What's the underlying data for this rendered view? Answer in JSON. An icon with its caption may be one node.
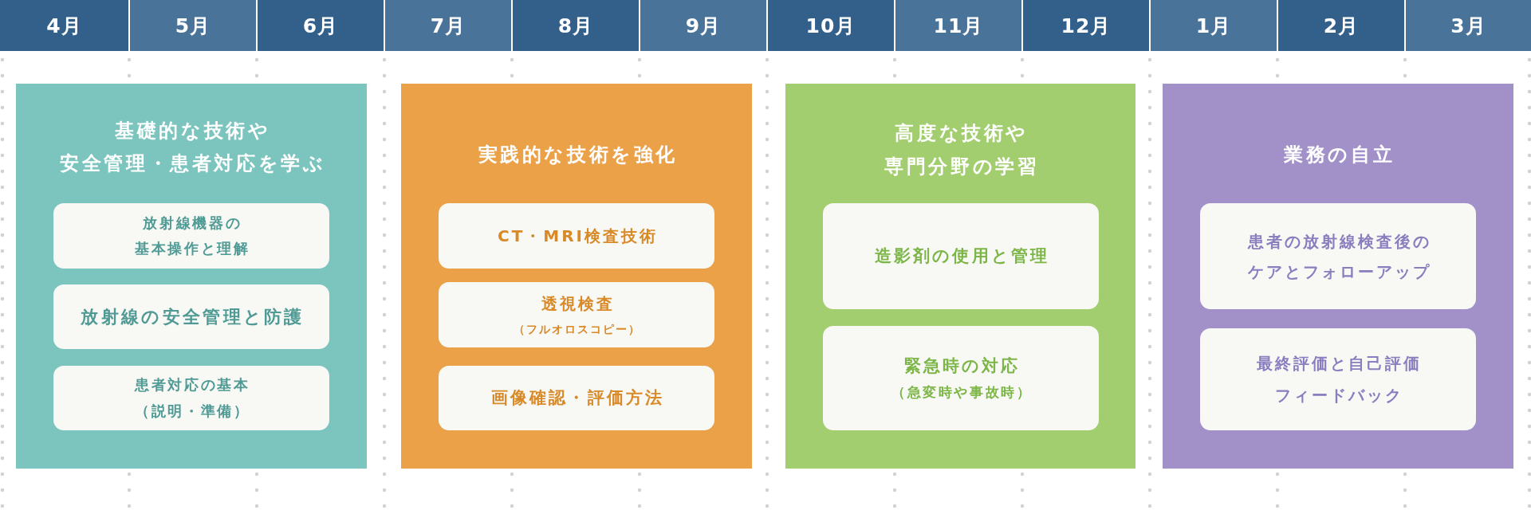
{
  "diagram": {
    "nodes": [
      {
        "text": [
          "4月"
        ]
      },
      {
        "text": [
          "5月"
        ]
      },
      {
        "text": [
          "6月"
        ]
      },
      {
        "text": [
          "7月"
        ]
      },
      {
        "text": [
          "8月"
        ]
      },
      {
        "text": [
          "9月"
        ]
      },
      {
        "text": [
          "10月"
        ]
      },
      {
        "text": [
          "11月"
        ]
      },
      {
        "text": [
          "12月"
        ]
      },
      {
        "text": [
          "1月"
        ]
      },
      {
        "text": [
          "2月"
        ]
      },
      {
        "text": [
          "3月"
        ]
      },
      {
        "text": [
          "基礎的な技術や安全管理・患者対応を学ぶ"
        ]
      },
      {
        "text": [
          "放射線機器の基本操作と理解"
        ],
        "in": 12
      },
      {
        "text": [
          "放射線の安全管理と防護"
        ],
        "in": 12
      },
      {
        "text": [
          "患者対応の基本（説明・準備）"
        ],
        "in": 12
      },
      {
        "text": [
          "実践的な技術を強化"
        ]
      },
      {
        "text": [
          "CT・MRI検査技術"
        ],
        "in": 16
      },
      {
        "text": [
          "透視検査",
          "（フルオロスコピー）"
        ],
        "in": 16
      },
      {
        "text": [
          "画像確認・評価方法"
        ],
        "in": 16
      },
      {
        "text": [
          "高度な技術や専門分野の学習"
        ]
      },
      {
        "text": [
          "造影剤の使用と管理"
        ],
        "in": 20
      },
      {
        "text": [
          "緊急時の対応",
          "（急変時や事故時）"
        ],
        "in": 20
      },
      {
        "text": [
          "業務の自立"
        ]
      },
      {
        "text": [
          "患者の放射線検査後のケアとフォローアップ"
        ],
        "in": 23
      },
      {
        "text": [
          "最終評価と自己評価フィードバック"
        ],
        "in": 23
      }
    ]
  }
}
